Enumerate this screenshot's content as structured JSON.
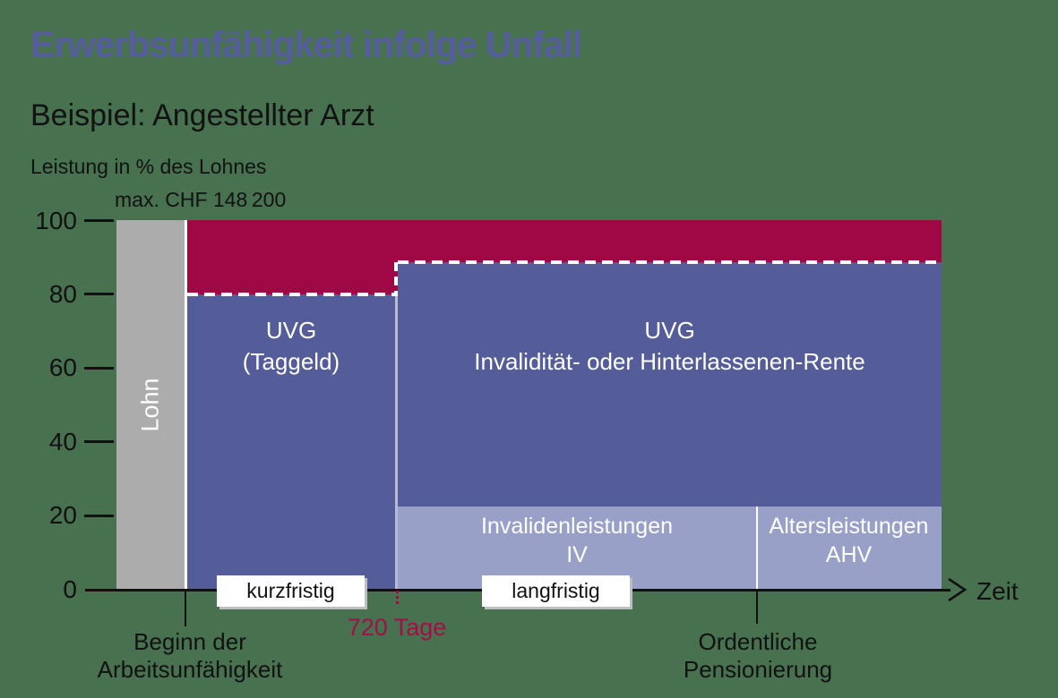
{
  "page": {
    "background_color": "#47714F"
  },
  "header": {
    "title": "Erwerbsunfähigkeit infolge Unfall",
    "title_color": "#565D9D",
    "subtitle": "Beispiel: Angestellter Arzt"
  },
  "axis": {
    "y_label": "Leistung in % des Lohnes",
    "max_note": "max. CHF 148 200",
    "x_label": "Zeit",
    "y_ticks_display": [
      "100",
      "80",
      "60",
      "40",
      "20",
      "0"
    ]
  },
  "areas": {
    "lohn": "Lohn",
    "uvg_taggeld": [
      "UVG",
      "(Taggeld)"
    ],
    "uvg_rente": [
      "UVG",
      "Invalidität- oder Hinterlassenen-Rente"
    ],
    "iv": [
      "Invalidenleistungen",
      "IV"
    ],
    "ahv": [
      "Altersleistungen",
      "AHV"
    ]
  },
  "phases": {
    "short_term": "kurzfristig",
    "long_term": "langfristig"
  },
  "milestones": {
    "start": [
      "Beginn der",
      "Arbeitsunfähigkeit"
    ],
    "days720": "720 Tage",
    "retirement": [
      "Ordentliche",
      "Pensionierung"
    ]
  },
  "colors": {
    "background": "#47714F",
    "title_blue": "#565D9D",
    "crimson_band": "#A00845",
    "uvg_blue": "#545C99",
    "light_blue": "#99A0C8",
    "lohn_gray": "#ACACAC",
    "dashed_line": "#FFFFFF",
    "text_dark": "#121212",
    "milestone_720_text": "#A50E49"
  },
  "chart_data": {
    "type": "area",
    "title": "Erwerbsunfähigkeit infolge Unfall",
    "subtitle": "Beispiel: Angestellter Arzt",
    "ylabel": "Leistung in % des Lohnes",
    "xlabel": "Zeit",
    "ylim": [
      0,
      100
    ],
    "y_ticks": [
      0,
      20,
      40,
      60,
      80,
      100
    ],
    "salary_cap_note": "max. CHF 148 200",
    "x_milestones": [
      "Beginn der Arbeitsunfähigkeit",
      "720 Tage",
      "Ordentliche Pensionierung"
    ],
    "phases": [
      {
        "label": "kurzfristig",
        "from": "Beginn der Arbeitsunfähigkeit",
        "to": "720 Tage"
      },
      {
        "label": "langfristig",
        "from": "720 Tage",
        "to": "Ende der Zeitachse"
      }
    ],
    "dashed_cap_line_percents": [
      80,
      89
    ],
    "series": [
      {
        "name": "Lohn",
        "segment": "vor Beginn der Arbeitsunfähigkeit",
        "from_percent": 0,
        "to_percent": 100,
        "color": "#ACACAC"
      },
      {
        "name": "UVG (Taggeld)",
        "segment": "Beginn der Arbeitsunfähigkeit bis 720 Tage",
        "from_percent": 0,
        "to_percent": 80,
        "color": "#545C99"
      },
      {
        "name": "UVG Invalidität- oder Hinterlassenen-Rente",
        "segment": "ab 720 Tage bis Ende der Zeitachse",
        "from_percent": 22.5,
        "to_percent": 89,
        "color": "#545C99"
      },
      {
        "name": "Invalidenleistungen IV",
        "segment": "ab 720 Tage bis ordentliche Pensionierung",
        "from_percent": 0,
        "to_percent": 22.5,
        "color": "#99A0C8"
      },
      {
        "name": "Altersleistungen AHV",
        "segment": "ab ordentlicher Pensionierung",
        "from_percent": 0,
        "to_percent": 22.5,
        "color": "#99A0C8"
      }
    ],
    "unlabeled_top_band": {
      "color": "#A00845",
      "to_percent": 100,
      "from_percent_before_720_tage": 80,
      "from_percent_after_720_tage": 89
    },
    "legend_position": "none",
    "grid": false
  }
}
